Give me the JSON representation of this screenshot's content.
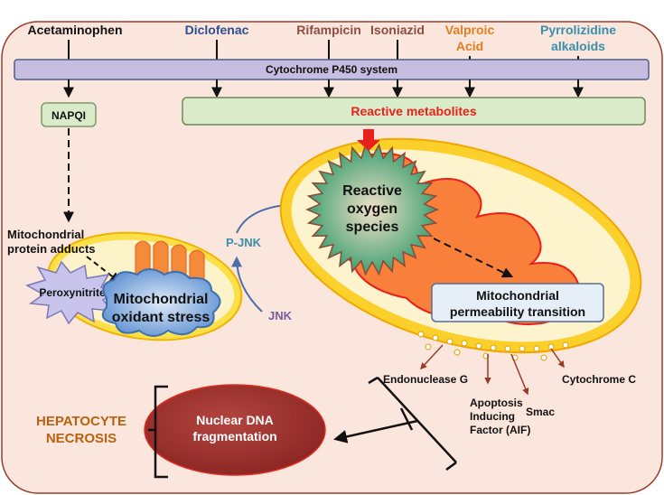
{
  "drugs": [
    {
      "name": "Acetaminophen",
      "color": "#111111"
    },
    {
      "name": "Diclofenac",
      "color": "#2e4f8f"
    },
    {
      "name": "Rifampicin",
      "color": "#8e4c44"
    },
    {
      "name": "Isoniazid",
      "color": "#8e4c44"
    },
    {
      "name": "Valproic",
      "color": "#e07f1f"
    },
    {
      "name": "Acid",
      "color": "#e07f1f"
    },
    {
      "name": "Pyrrolizidine",
      "color": "#3a8fa8"
    },
    {
      "name": "alkaloids",
      "color": "#3a8fa8"
    }
  ],
  "p450": "Cytochrome P450 system",
  "napqi": "NAPQI",
  "reactive_metabolites": "Reactive metabolites",
  "mito_adducts": [
    "Mitochondrial",
    "protein adducts"
  ],
  "peroxynitrite": "Peroxynitrite",
  "oxidant_stress": [
    "Mitochondrial",
    "oxidant stress"
  ],
  "pjnk": "P-JNK",
  "jnk": "JNK",
  "ros": [
    "Reactive",
    "oxygen",
    "species"
  ],
  "mpt": [
    "Mitochondrial",
    "permeability transition"
  ],
  "released_factors": {
    "endonuclease": "Endonuclease G",
    "aif": [
      "Apoptosis",
      "Inducing",
      "Factor (AIF)"
    ],
    "smac": "Smac",
    "cytc": "Cytochrome C"
  },
  "dna": [
    "Nuclear DNA",
    "fragmentation"
  ],
  "necrosis": [
    "HEPATOCYTE",
    "NECROSIS"
  ],
  "colors": {
    "cell_fill": "#fbe6de",
    "cell_stroke": "#9a3b2a",
    "p450_fill": "#c6bde0",
    "reactive_fill": "#d9ebc8",
    "reactive_text": "#e8221a",
    "necrosis": "#b8610f",
    "dna_fill": "#a5312d",
    "jnk": "#7b5aa0",
    "pjnk": "#3a8fa8"
  }
}
